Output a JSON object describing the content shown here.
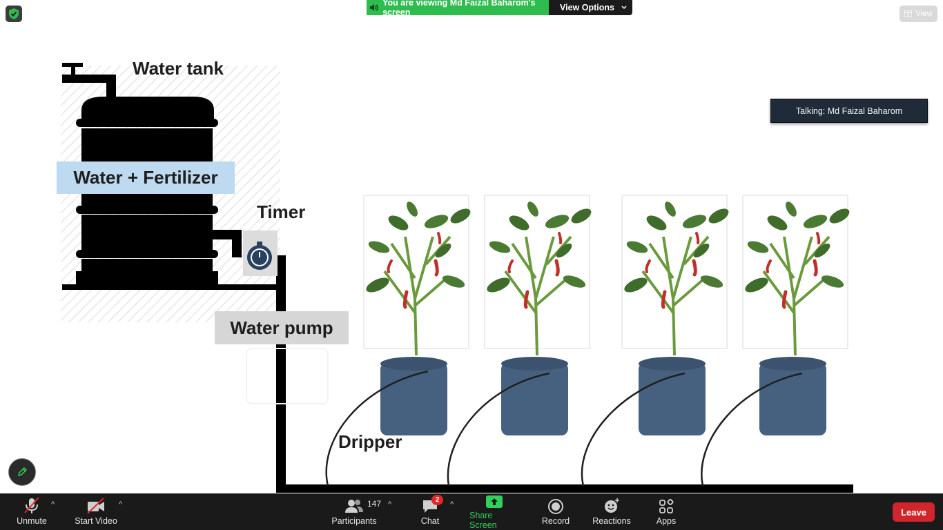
{
  "banner": {
    "viewing_text": "You are viewing Md Faizal Baharom's screen",
    "view_options_label": "View Options"
  },
  "view_button_label": "View",
  "tooltip": {
    "talking_text": "Talking: Md Faizal Baharom"
  },
  "diagram": {
    "water_tank_label": "Water tank",
    "fertilizer_label": "Water + Fertilizer",
    "timer_label": "Timer",
    "pump_label": "Water pump",
    "dripper_label": "Dripper"
  },
  "toolbar": {
    "unmute_label": "Unmute",
    "start_video_label": "Start Video",
    "participants_label": "Participants",
    "participants_count": "147",
    "chat_label": "Chat",
    "chat_unread": "2",
    "share_screen_label": "Share Screen",
    "record_label": "Record",
    "reactions_label": "Reactions",
    "apps_label": "Apps",
    "leave_label": "Leave"
  },
  "colors": {
    "banner_green": "#2fbc4f",
    "toolbar_bg": "#1a1a1a",
    "leave_red": "#d0262b",
    "pot_blue": "#46617f"
  },
  "icons": [
    "shield-icon",
    "speaker-icon",
    "chevron-down-icon",
    "grid-icon",
    "pencil-icon",
    "mic-muted-icon",
    "video-off-icon",
    "participants-icon",
    "chat-icon",
    "share-screen-icon",
    "record-icon",
    "reactions-icon",
    "apps-icon",
    "stopwatch-icon"
  ]
}
